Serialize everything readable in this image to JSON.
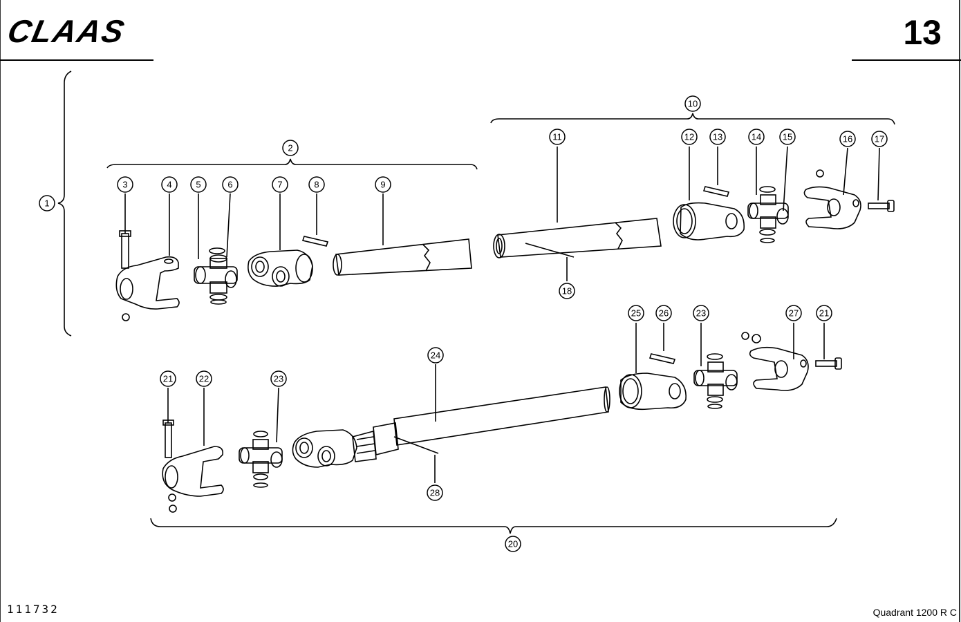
{
  "header": {
    "brand": "CLAAS",
    "page_number": "13"
  },
  "footer": {
    "drawing_number": "111732",
    "model": "Quadrant  1200 R C"
  },
  "callouts": [
    {
      "id": "c1",
      "label": "1"
    },
    {
      "id": "c2",
      "label": "2"
    },
    {
      "id": "c3",
      "label": "3"
    },
    {
      "id": "c4",
      "label": "4"
    },
    {
      "id": "c5",
      "label": "5"
    },
    {
      "id": "c6",
      "label": "6"
    },
    {
      "id": "c7",
      "label": "7"
    },
    {
      "id": "c8",
      "label": "8"
    },
    {
      "id": "c9",
      "label": "9"
    },
    {
      "id": "c10",
      "label": "10"
    },
    {
      "id": "c11",
      "label": "11"
    },
    {
      "id": "c12",
      "label": "12"
    },
    {
      "id": "c13",
      "label": "13"
    },
    {
      "id": "c14",
      "label": "14"
    },
    {
      "id": "c15",
      "label": "15"
    },
    {
      "id": "c16",
      "label": "16"
    },
    {
      "id": "c17",
      "label": "17"
    },
    {
      "id": "c18",
      "label": "18"
    },
    {
      "id": "c20",
      "label": "20"
    },
    {
      "id": "c21a",
      "label": "21"
    },
    {
      "id": "c21b",
      "label": "21"
    },
    {
      "id": "c22",
      "label": "22"
    },
    {
      "id": "c23a",
      "label": "23"
    },
    {
      "id": "c23b",
      "label": "23"
    },
    {
      "id": "c24",
      "label": "24"
    },
    {
      "id": "c25",
      "label": "25"
    },
    {
      "id": "c26",
      "label": "26"
    },
    {
      "id": "c27",
      "label": "27"
    },
    {
      "id": "c28",
      "label": "28"
    }
  ]
}
